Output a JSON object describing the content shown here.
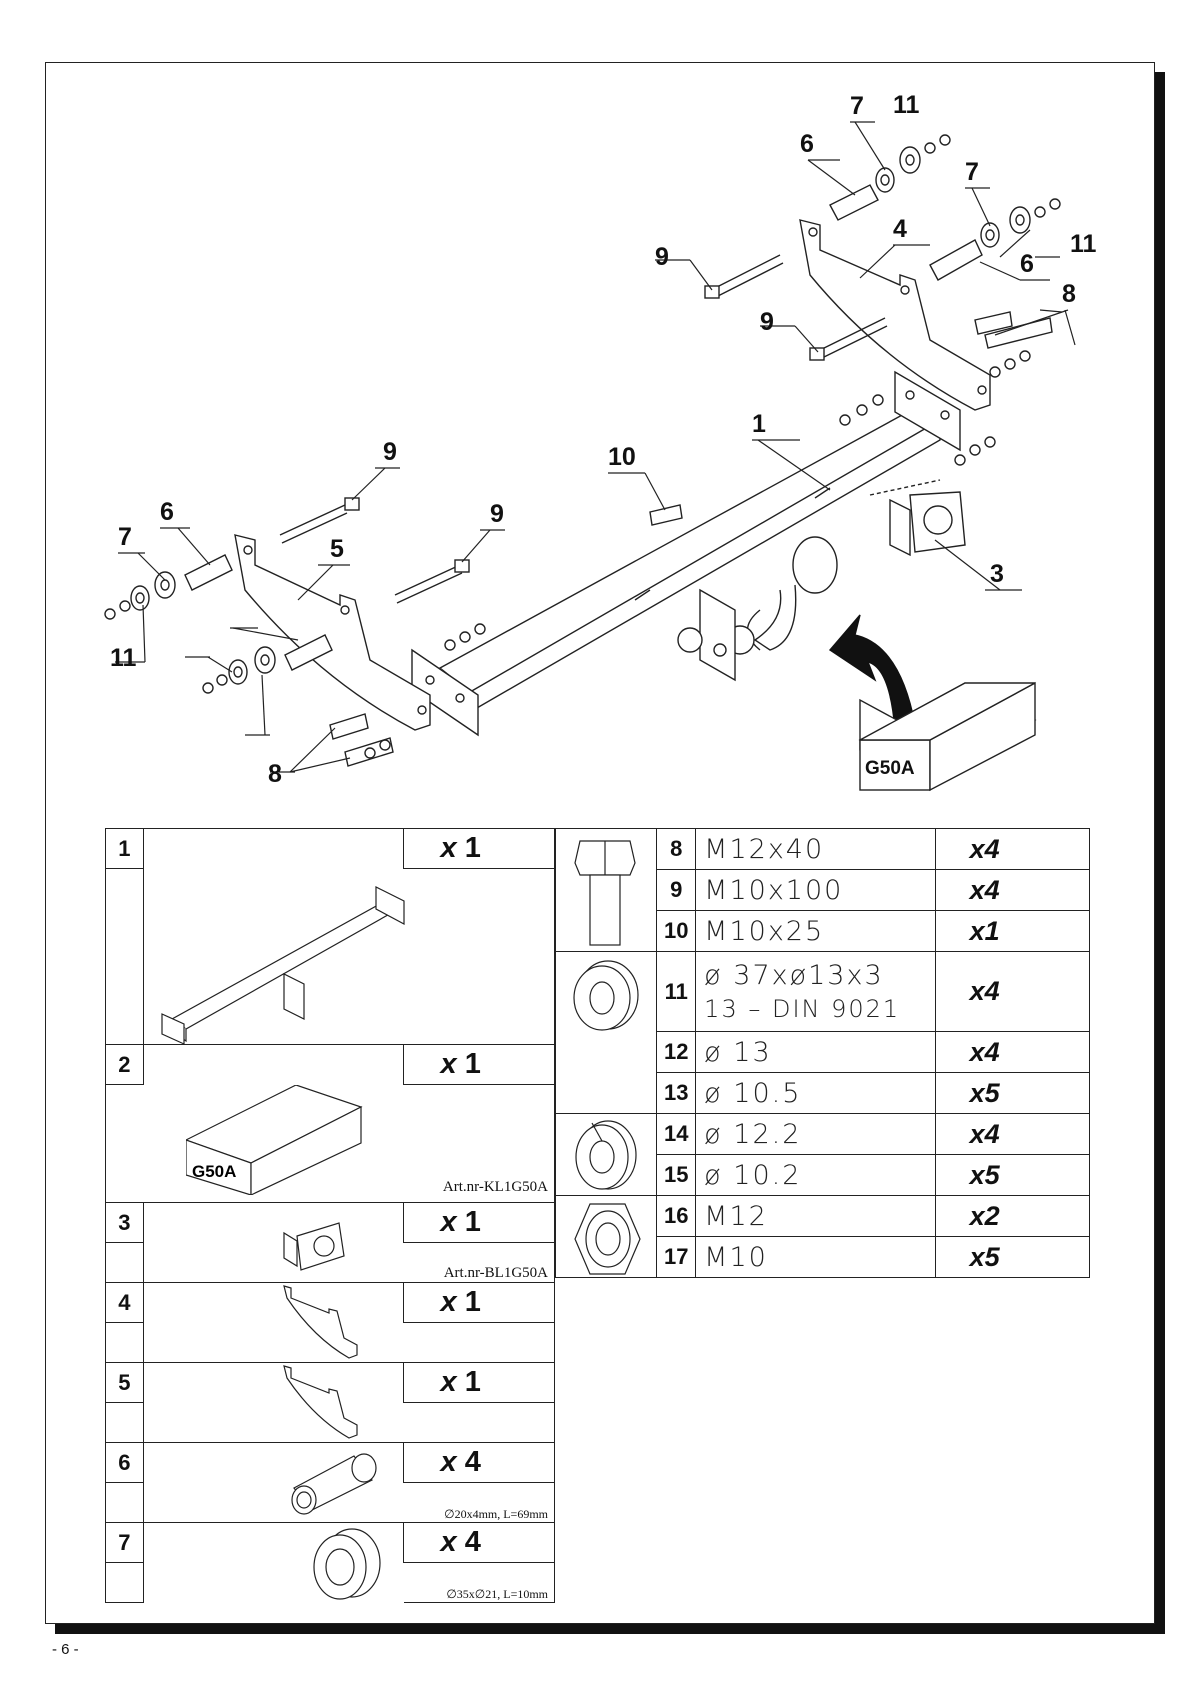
{
  "diagram": {
    "box_label": "G50A",
    "callouts": [
      "1",
      "3",
      "4",
      "5",
      "6",
      "6",
      "6",
      "7",
      "7",
      "7",
      "8",
      "8",
      "9",
      "9",
      "9",
      "9",
      "10",
      "11",
      "11",
      "11"
    ]
  },
  "parts_left": [
    {
      "num": "1",
      "qty_x": "x",
      "qty_n": "1",
      "note": ""
    },
    {
      "num": "2",
      "qty_x": "x",
      "qty_n": "1",
      "note": "Art.nr-KL1G50A",
      "box_label": "G50A"
    },
    {
      "num": "3",
      "qty_x": "x",
      "qty_n": "1",
      "note": "Art.nr-BL1G50A"
    },
    {
      "num": "4",
      "qty_x": "x",
      "qty_n": "1",
      "note": ""
    },
    {
      "num": "5",
      "qty_x": "x",
      "qty_n": "1",
      "note": ""
    },
    {
      "num": "6",
      "qty_x": "x",
      "qty_n": "4",
      "note": "∅20x4mm, L=69mm"
    },
    {
      "num": "7",
      "qty_x": "x",
      "qty_n": "4",
      "note": "∅35x∅21, L=10mm"
    }
  ],
  "parts_right": [
    {
      "num": "8",
      "spec": "M12x40",
      "qty_x": "x",
      "qty_n": "4"
    },
    {
      "num": "9",
      "spec": "M10x100",
      "qty_x": "x",
      "qty_n": "4"
    },
    {
      "num": "10",
      "spec": "M10x25",
      "qty_x": "x",
      "qty_n": "1"
    },
    {
      "num": "11",
      "spec": "ø 37xø13x3",
      "spec2": "13 – DIN 9021",
      "qty_x": "x",
      "qty_n": "4"
    },
    {
      "num": "12",
      "spec": "ø 13",
      "qty_x": "x",
      "qty_n": "4"
    },
    {
      "num": "13",
      "spec": "ø 10.5",
      "qty_x": "x",
      "qty_n": "5"
    },
    {
      "num": "14",
      "spec": "ø 12.2",
      "qty_x": "x",
      "qty_n": "4"
    },
    {
      "num": "15",
      "spec": "ø 10.2",
      "qty_x": "x",
      "qty_n": "5"
    },
    {
      "num": "16",
      "spec": "M12",
      "qty_x": "x",
      "qty_n": "2"
    },
    {
      "num": "17",
      "spec": "M10",
      "qty_x": "x",
      "qty_n": "5"
    }
  ],
  "footer": {
    "page_number": "- 6 -"
  }
}
